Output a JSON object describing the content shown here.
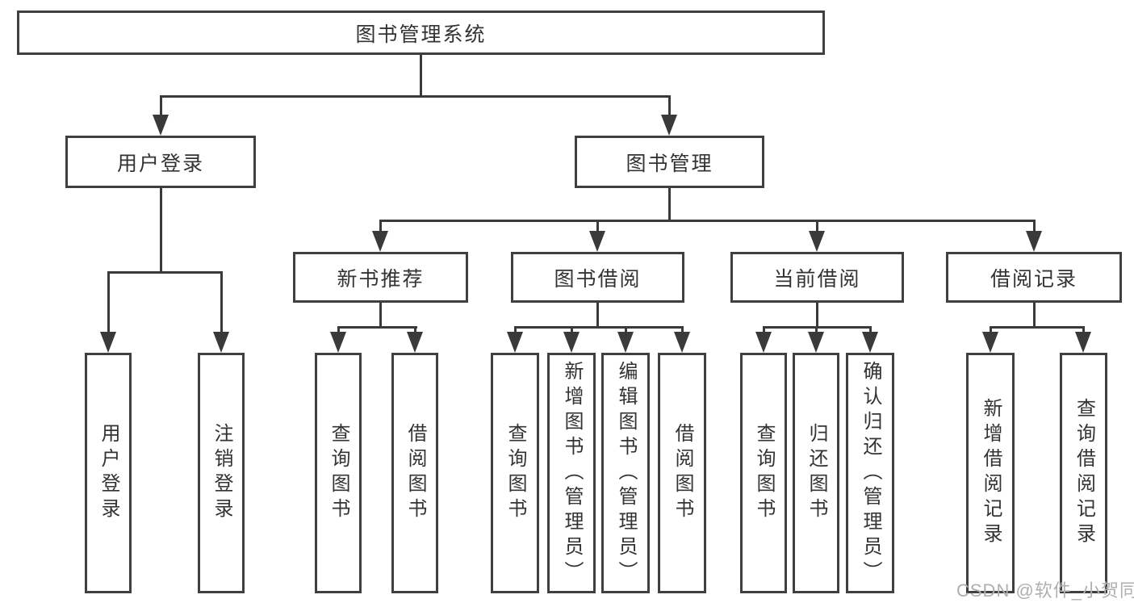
{
  "diagram": {
    "root": {
      "label": "图书管理系统"
    },
    "user_login": {
      "label": "用户登录",
      "children": {
        "login": "用户登录",
        "logout": "注销登录"
      }
    },
    "book_mgmt": {
      "label": "图书管理",
      "sections": {
        "new_books": {
          "label": "新书推荐",
          "children": {
            "query": "查询图书",
            "borrow": "借阅图书"
          }
        },
        "book_borrow": {
          "label": "图书借阅",
          "children": {
            "query": "查询图书",
            "add": "新增图书（管理员）",
            "edit": "编辑图书（管理员）",
            "borrow": "借阅图书"
          }
        },
        "current_borrow": {
          "label": "当前借阅",
          "children": {
            "query": "查询图书",
            "return": "归还图书",
            "confirm": "确认归还（管理员）"
          }
        },
        "borrow_records": {
          "label": "借阅记录",
          "children": {
            "add": "新增借阅记录",
            "query": "查询借阅记录"
          }
        }
      }
    },
    "colors": {
      "line": "#3a3a3a",
      "border": "#3f3f3f",
      "text": "#333333",
      "background": "#ffffff",
      "watermark_color": "#b2aeae"
    }
  },
  "watermark": {
    "text": "CSDN @软件_小贺同学"
  }
}
